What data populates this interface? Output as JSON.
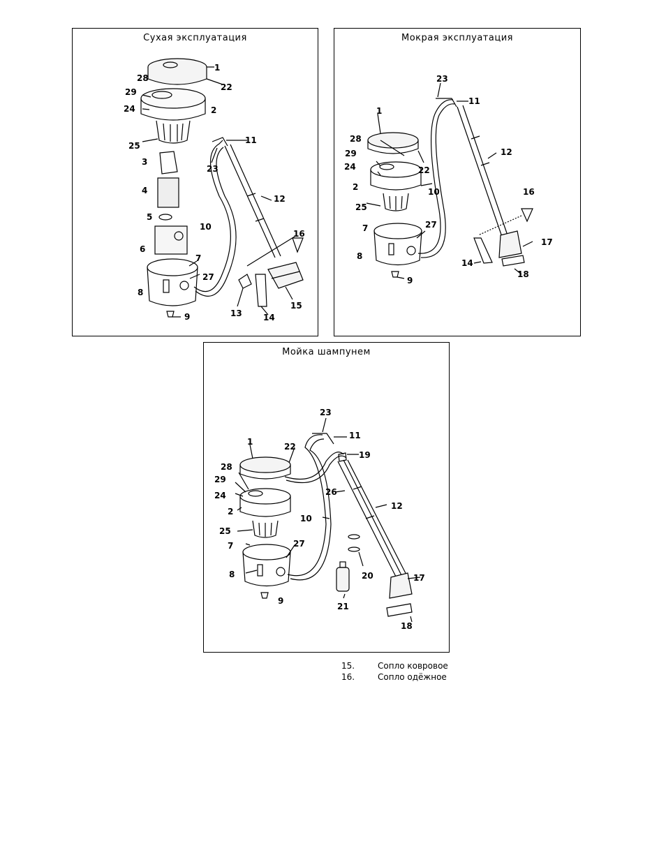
{
  "panels": {
    "dry": {
      "title": "Сухая эксплуатация"
    },
    "wet": {
      "title": "Мокрая эксплуатация"
    },
    "shampoo": {
      "title": "Мойка шампунем"
    }
  },
  "labels": {
    "dry": [
      "1",
      "22",
      "28",
      "29",
      "24",
      "2",
      "25",
      "11",
      "23",
      "3",
      "4",
      "12",
      "5",
      "10",
      "16",
      "6",
      "7",
      "27",
      "8",
      "9",
      "13",
      "14",
      "15"
    ],
    "wet": [
      "23",
      "11",
      "1",
      "28",
      "22",
      "29",
      "24",
      "12",
      "2",
      "10",
      "16",
      "25",
      "7",
      "27",
      "17",
      "8",
      "14",
      "18",
      "9"
    ],
    "shampoo": [
      "23",
      "11",
      "1",
      "22",
      "19",
      "28",
      "29",
      "24",
      "26",
      "12",
      "2",
      "25",
      "10",
      "7",
      "27",
      "8",
      "20",
      "17",
      "21",
      "9",
      "18"
    ]
  },
  "legend": [
    {
      "num": "15.",
      "text": "Сопло ковровое"
    },
    {
      "num": "16.",
      "text": "Сопло одёжное"
    }
  ]
}
